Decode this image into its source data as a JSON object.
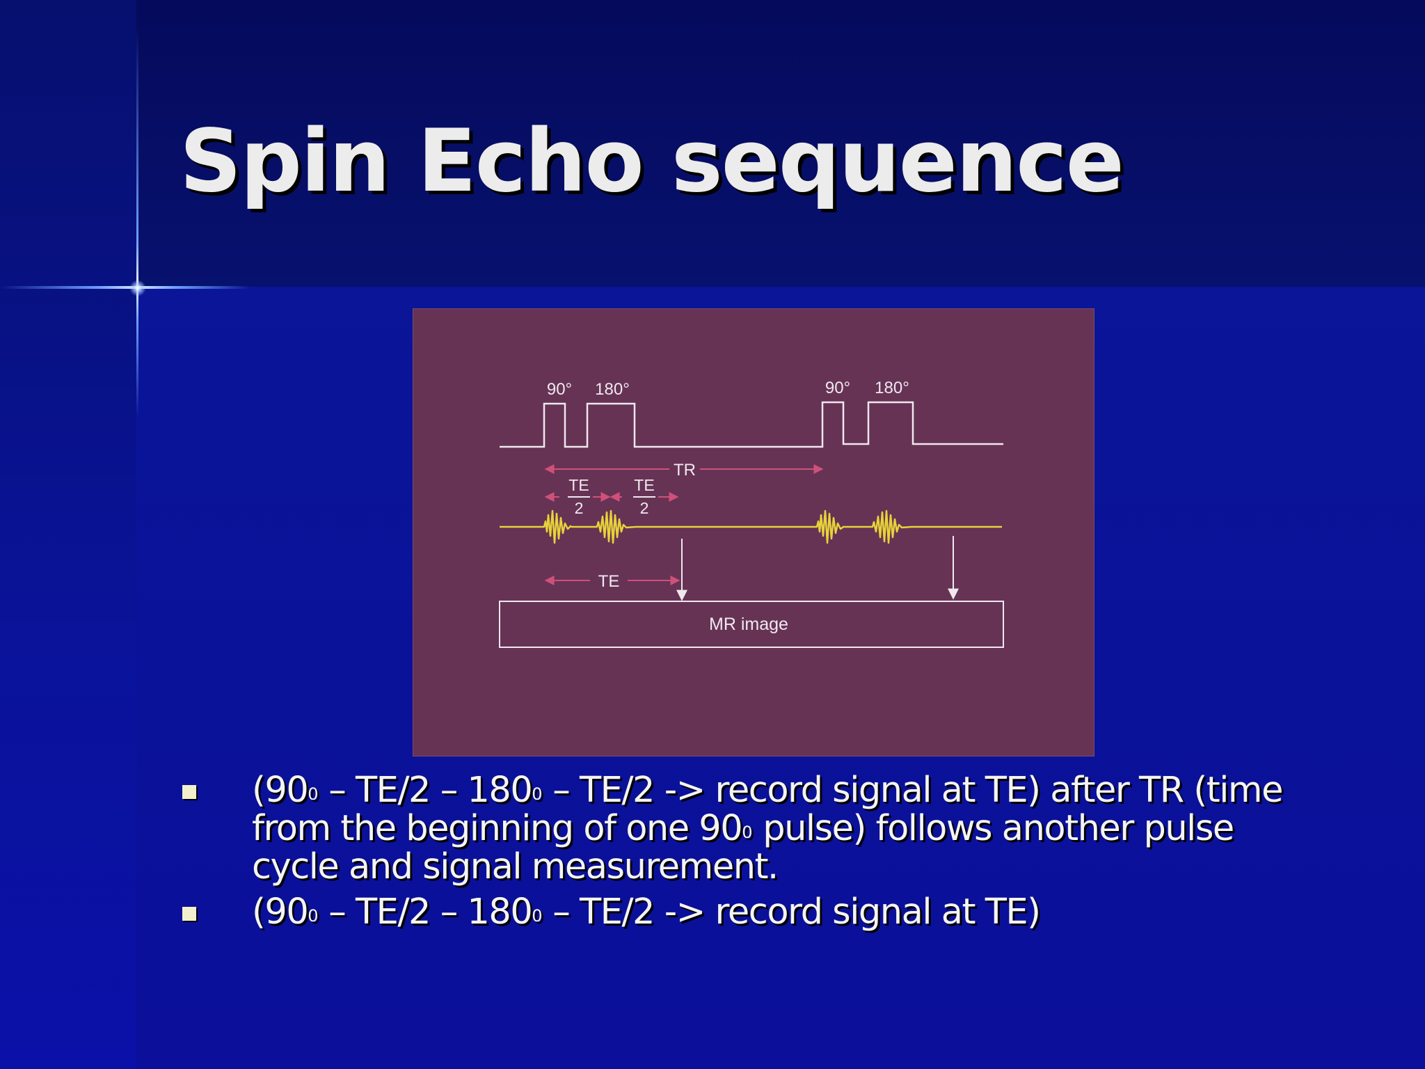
{
  "slide": {
    "title": "Spin Echo sequence"
  },
  "diagram": {
    "pulse_labels": [
      "90°",
      "180°",
      "90°",
      "180°"
    ],
    "tr_label": "TR",
    "te_half_numerator": "TE",
    "te_half_denominator": "2",
    "te_label": "TE",
    "image_box_label": "MR image",
    "colors": {
      "background": "#663355",
      "pulse_line": "#f0e8ee",
      "interval_arrow": "#d0507a",
      "signal": "#e8d23a"
    }
  },
  "bullets": [
    {
      "pre": "(90",
      "sup1": "0",
      "mid1": " – TE/2 – 180",
      "sup2": "0",
      "mid2": " – TE/2 -> record signal at TE) after TR (time from the beginning of one 90",
      "sup3": "0",
      "post": " pulse) follows another pulse cycle and signal measurement."
    },
    {
      "pre": "(90",
      "sup1": "0",
      "mid1": " – TE/2 – 180",
      "sup2": "0",
      "post": " – TE/2 -> record signal at TE)"
    }
  ]
}
